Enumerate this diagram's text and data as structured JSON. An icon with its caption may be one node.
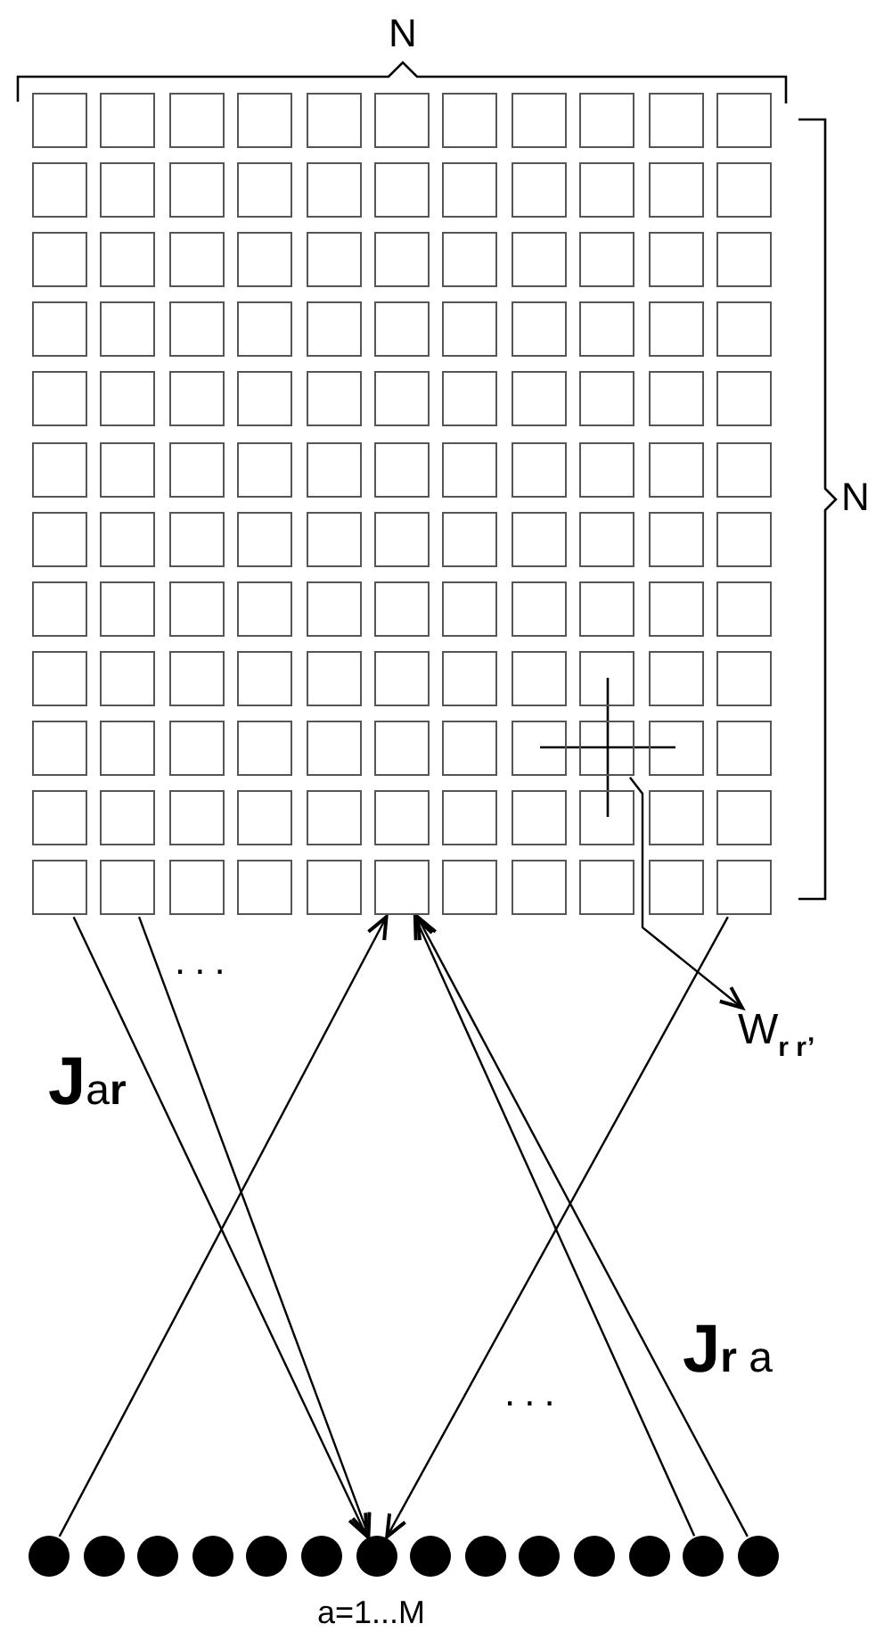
{
  "diagram": {
    "nodes": [
      {
        "text": [],
        "shape": "box"
      },
      {
        "text": [],
        "shape": "box"
      },
      {
        "text": [],
        "shape": "box"
      },
      {
        "text": [],
        "shape": "box"
      },
      {
        "text": [],
        "shape": "box"
      },
      {
        "text": [],
        "shape": "box"
      },
      {
        "text": [],
        "shape": "box"
      },
      {
        "text": [],
        "shape": "box"
      },
      {
        "text": [],
        "shape": "box"
      },
      {
        "text": [],
        "shape": "box"
      },
      {
        "text": [],
        "shape": "box"
      },
      {
        "text": [],
        "shape": "box"
      },
      {
        "text": [],
        "shape": "box"
      },
      {
        "text": [],
        "shape": "box"
      },
      {
        "text": [],
        "shape": "box"
      },
      {
        "text": [],
        "shape": "box"
      },
      {
        "text": [],
        "shape": "box"
      },
      {
        "text": [],
        "shape": "box"
      },
      {
        "text": [],
        "shape": "box"
      },
      {
        "text": [],
        "shape": "box"
      },
      {
        "text": [],
        "shape": "box"
      },
      {
        "text": [],
        "shape": "box"
      },
      {
        "text": [],
        "shape": "box"
      },
      {
        "text": [],
        "shape": "box"
      },
      {
        "text": [],
        "shape": "box"
      },
      {
        "text": [],
        "shape": "box"
      },
      {
        "text": [],
        "shape": "box"
      },
      {
        "text": [],
        "shape": "box"
      },
      {
        "text": [],
        "shape": "box"
      },
      {
        "text": [],
        "shape": "box"
      },
      {
        "text": [],
        "shape": "box"
      },
      {
        "text": [],
        "shape": "box"
      },
      {
        "text": [],
        "shape": "box"
      },
      {
        "text": [],
        "shape": "box"
      },
      {
        "text": [],
        "shape": "box"
      },
      {
        "text": [],
        "shape": "box"
      },
      {
        "text": [],
        "shape": "box"
      },
      {
        "text": [],
        "shape": "box"
      },
      {
        "text": [],
        "shape": "box"
      },
      {
        "text": [],
        "shape": "box"
      },
      {
        "text": [],
        "shape": "box"
      },
      {
        "text": [],
        "shape": "box"
      },
      {
        "text": [],
        "shape": "box"
      },
      {
        "text": [],
        "shape": "box"
      },
      {
        "text": [],
        "shape": "box"
      },
      {
        "text": [],
        "shape": "box"
      },
      {
        "text": [],
        "shape": "box"
      },
      {
        "text": [],
        "shape": "box"
      },
      {
        "text": [],
        "shape": "box"
      },
      {
        "text": [],
        "shape": "box"
      },
      {
        "text": [],
        "shape": "box"
      },
      {
        "text": [],
        "shape": "box"
      },
      {
        "text": [],
        "shape": "box"
      },
      {
        "text": [],
        "shape": "box"
      },
      {
        "text": [],
        "shape": "box"
      },
      {
        "text": [],
        "shape": "box"
      },
      {
        "text": [],
        "shape": "box"
      },
      {
        "text": [],
        "shape": "box"
      },
      {
        "text": [],
        "shape": "box"
      },
      {
        "text": [],
        "shape": "box"
      },
      {
        "text": [],
        "shape": "box"
      },
      {
        "text": [],
        "shape": "box"
      },
      {
        "text": [],
        "shape": "box"
      },
      {
        "text": [],
        "shape": "box"
      },
      {
        "text": [],
        "shape": "box"
      },
      {
        "text": [],
        "shape": "box"
      },
      {
        "text": [],
        "shape": "box"
      },
      {
        "text": [],
        "shape": "box"
      },
      {
        "text": [],
        "shape": "box"
      },
      {
        "text": [],
        "shape": "box"
      },
      {
        "text": [],
        "shape": "box"
      },
      {
        "text": [],
        "shape": "box"
      },
      {
        "text": [],
        "shape": "box"
      },
      {
        "text": [],
        "shape": "box"
      },
      {
        "text": [],
        "shape": "box"
      },
      {
        "text": [],
        "shape": "box"
      },
      {
        "text": [],
        "shape": "box"
      },
      {
        "text": [],
        "shape": "box"
      },
      {
        "text": [],
        "shape": "box"
      },
      {
        "text": [],
        "shape": "box"
      },
      {
        "text": [],
        "shape": "box"
      },
      {
        "text": [],
        "shape": "box"
      },
      {
        "text": [],
        "shape": "box"
      },
      {
        "text": [],
        "shape": "box"
      },
      {
        "text": [],
        "shape": "box"
      },
      {
        "text": [],
        "shape": "box"
      },
      {
        "text": [],
        "shape": "box"
      },
      {
        "text": [],
        "shape": "box"
      },
      {
        "text": [],
        "shape": "box"
      },
      {
        "text": [],
        "shape": "box"
      },
      {
        "text": [],
        "shape": "box"
      },
      {
        "text": [],
        "shape": "box"
      },
      {
        "text": [],
        "shape": "box"
      },
      {
        "text": [],
        "shape": "box"
      },
      {
        "text": [],
        "shape": "box"
      },
      {
        "text": [],
        "shape": "box"
      },
      {
        "text": [],
        "shape": "box"
      },
      {
        "text": [],
        "shape": "box"
      },
      {
        "text": [],
        "shape": "box"
      },
      {
        "text": [],
        "shape": "box"
      },
      {
        "text": [],
        "shape": "box"
      },
      {
        "text": [],
        "shape": "box"
      },
      {
        "text": [],
        "shape": "box"
      },
      {
        "text": [],
        "shape": "box"
      },
      {
        "text": [],
        "shape": "box"
      },
      {
        "text": [],
        "shape": "box"
      },
      {
        "text": [],
        "shape": "box"
      },
      {
        "text": [],
        "shape": "box"
      },
      {
        "text": [],
        "shape": "box"
      },
      {
        "text": [],
        "shape": "box"
      },
      {
        "text": [],
        "shape": "box"
      },
      {
        "text": [],
        "shape": "box"
      },
      {
        "text": [],
        "shape": "box"
      },
      {
        "text": [],
        "shape": "box"
      },
      {
        "text": [],
        "shape": "box"
      },
      {
        "text": [],
        "shape": "box"
      },
      {
        "text": [],
        "shape": "box"
      },
      {
        "text": [],
        "shape": "box"
      },
      {
        "text": [],
        "shape": "box"
      },
      {
        "text": [],
        "shape": "box"
      },
      {
        "text": [],
        "shape": "box"
      },
      {
        "text": [],
        "shape": "box"
      },
      {
        "text": [],
        "shape": "box"
      },
      {
        "text": [],
        "shape": "box"
      },
      {
        "text": [],
        "shape": "box"
      },
      {
        "text": [],
        "shape": "box"
      },
      {
        "text": [],
        "shape": "box"
      },
      {
        "text": [],
        "shape": "box"
      },
      {
        "text": [],
        "shape": "box"
      },
      {
        "text": [],
        "shape": "box"
      },
      {
        "text": [],
        "shape": "box"
      },
      {
        "text": [],
        "shape": "box"
      },
      {
        "text": [],
        "shape": "circle"
      },
      {
        "text": [],
        "shape": "circle"
      },
      {
        "text": [],
        "shape": "circle"
      },
      {
        "text": [],
        "shape": "circle"
      },
      {
        "text": [],
        "shape": "circle"
      },
      {
        "text": [],
        "shape": "circle"
      },
      {
        "text": [],
        "shape": "circle"
      },
      {
        "text": [],
        "shape": "circle"
      },
      {
        "text": [],
        "shape": "circle"
      },
      {
        "text": [],
        "shape": "circle"
      },
      {
        "text": [],
        "shape": "circle"
      },
      {
        "text": [],
        "shape": "circle"
      },
      {
        "text": [],
        "shape": "circle"
      },
      {
        "text": [],
        "shape": "circle"
      },
      {
        "text": [
          "W$_{r r’}$"
        ]
      }
    ],
    "edges": [
      {
        "from": 121,
        "to": 138,
        "arrow": "to"
      },
      {
        "from": 122,
        "to": 138,
        "arrow": "to"
      },
      {
        "from": 132,
        "to": 126,
        "arrow": "to"
      },
      {
        "from": 144,
        "to": 126,
        "arrow": "to"
      },
      {
        "from": 145,
        "to": 126,
        "arrow": "to"
      },
      {
        "from": 131,
        "to": 138,
        "arrow": "to"
      },
      {
        "from": 107,
        "to": 146,
        "arrow": "to"
      }
    ],
    "labels": [
      "N",
      "N",
      "...",
      "**J**a**r**",
      "**Jr** a",
      "...",
      "a=1...M"
    ]
  }
}
